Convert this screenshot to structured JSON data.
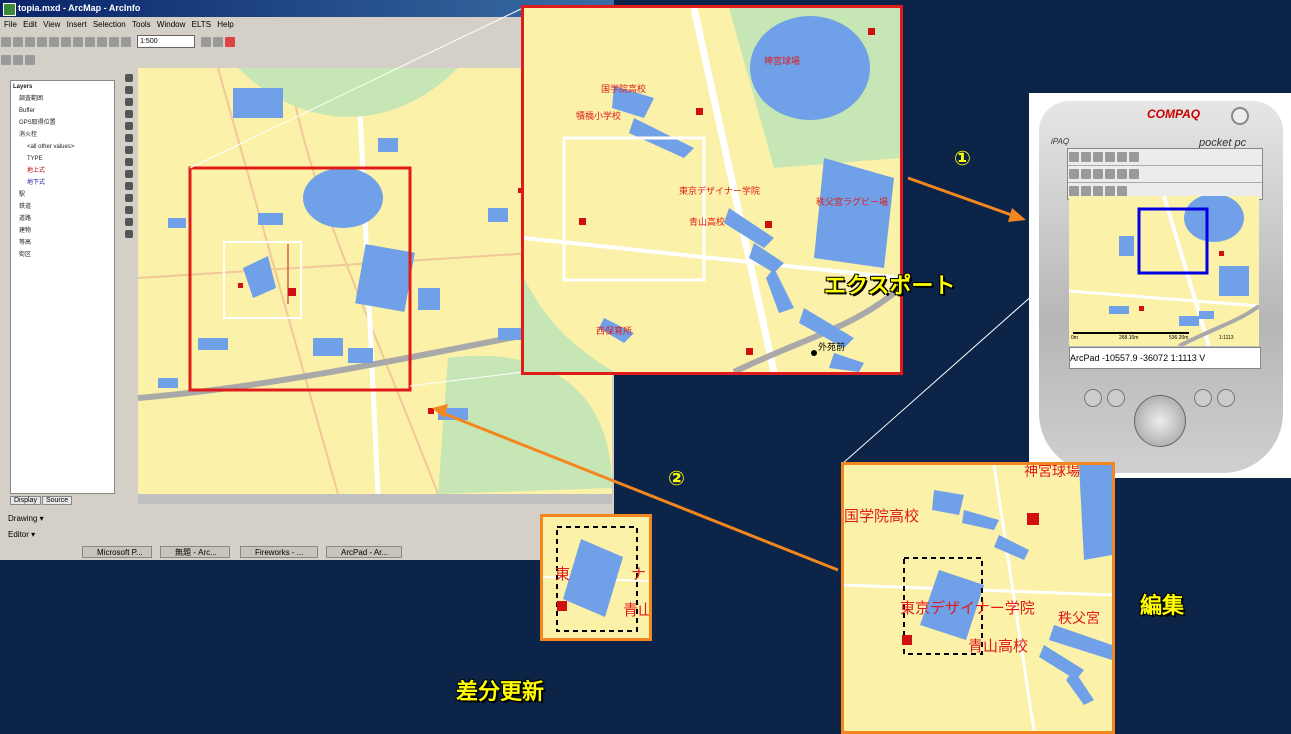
{
  "arcmap": {
    "title": "topia.mxd - ArcMap - ArcInfo",
    "menus": [
      "File",
      "Edit",
      "View",
      "Insert",
      "Selection",
      "Tools",
      "Window",
      "ELTS",
      "Help"
    ],
    "scale": "1:500",
    "toc": [
      "Layers",
      "調査範囲",
      "Buffer",
      "GPS取得位置",
      "消火栓",
      "<all other values>",
      "TYPE",
      "地上式",
      "地下式",
      "駅",
      "鉄道",
      "道路",
      "建物",
      "等高",
      "街区"
    ],
    "tabs": [
      "Display",
      "Source"
    ],
    "drawing_label": "Drawing ▾",
    "editor_label": "Editor ▾",
    "taskbar": [
      "Microsoft P...",
      "無題 - Arc...",
      "Fireworks - ...",
      "ArcPad - Ar..."
    ]
  },
  "zoom_map": {
    "labels": {
      "jingu": "神宮球場",
      "kokugakuin": "国学院高校",
      "tokiwa": "犢橋小学校",
      "tokyo_design": "東京デザイナー学院",
      "chichibu": "秩父宮ラグビー場",
      "aoyama": "青山高校",
      "nishiho": "西保育所",
      "gaienmae": "外苑前"
    }
  },
  "pda": {
    "brand": "COMPAQ",
    "model": "pocket pc",
    "ipaq": "iPAQ",
    "status": "ArcPad  -10557.9 -36072  1:1113  V",
    "scalebar": [
      "0m",
      "268.10m",
      "536.20m",
      "1:1113"
    ]
  },
  "edit_map": {
    "labels": {
      "jingu": "神宮球場",
      "kokugakuin": "国学院高校",
      "tokyo_design": "東京デザイナー学院",
      "chichibu": "秩父宮",
      "aoyama": "青山高校"
    }
  },
  "diff_map": {
    "left_label": "東",
    "right_top": "ナ",
    "right_bottom": "青山"
  },
  "annotations": {
    "export": "エクスポート",
    "edit": "編集",
    "diff_update": "差分更新",
    "step1": "①",
    "step2": "②"
  },
  "colors": {
    "background": "#0b2448",
    "map_base": "#fbf1a8",
    "building": "#6fa0e8",
    "park": "#c7e6b5",
    "highlight_red": "#e01b1b",
    "highlight_orange": "#f2861f",
    "pda_select": "#0000e0",
    "annotation_yellow": "#ffff00"
  }
}
